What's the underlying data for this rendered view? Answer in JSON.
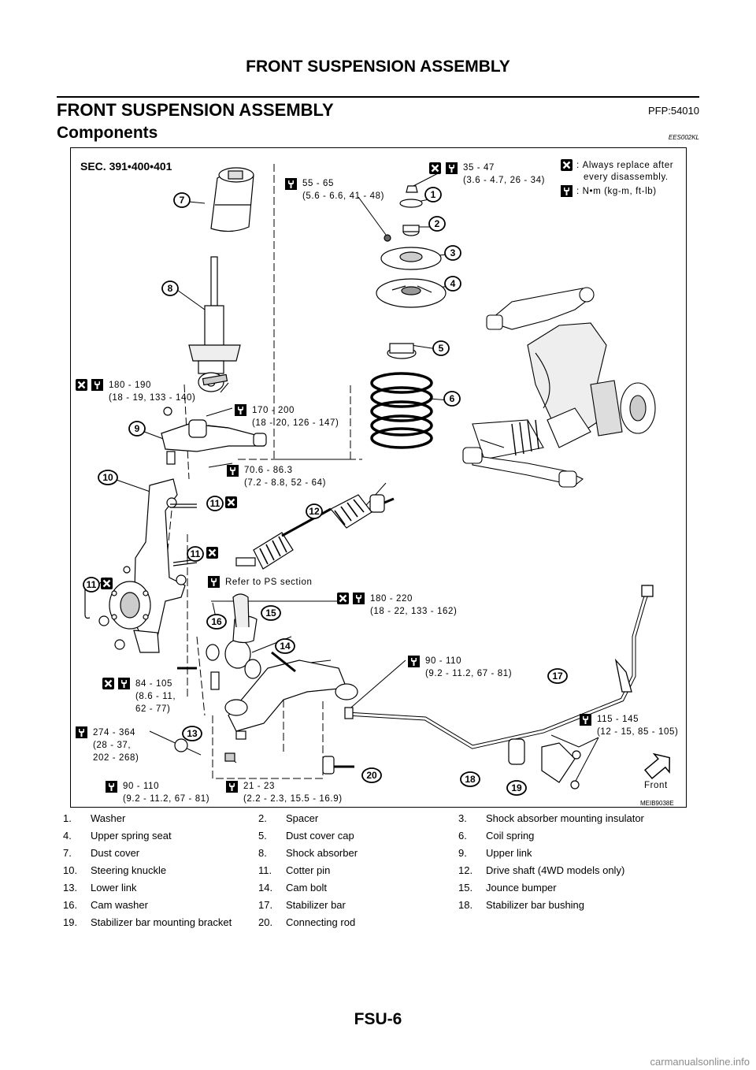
{
  "header": {
    "title": "FRONT SUSPENSION ASSEMBLY"
  },
  "section": {
    "title": "FRONT SUSPENSION ASSEMBLY",
    "pfp": "PFP:54010"
  },
  "subsection": {
    "title": "Components",
    "code": "EES002KL"
  },
  "figure": {
    "sec": "SEC. 391•400•401",
    "figure_id": "MEIB9038E",
    "legend_replace": [
      "Always replace after",
      "every disassembly."
    ],
    "legend_torque": "N•m (kg-m, ft-lb)",
    "front_label": "Front",
    "callouts": {
      "t1": [
        "55 - 65",
        "(5.6 - 6.6, 41 - 48)"
      ],
      "t2": [
        "35 - 47",
        "(3.6 - 4.7, 26 - 34)"
      ],
      "t3": [
        "180 - 190",
        "(18 - 19, 133 - 140)"
      ],
      "t4": [
        "170 - 200",
        "(18 - 20, 126 - 147)"
      ],
      "t5": [
        "70.6 - 86.3",
        "(7.2 - 8.8, 52 - 64)"
      ],
      "t6": "Refer to PS section",
      "t7": [
        "180 - 220",
        "(18 - 22, 133 - 162)"
      ],
      "t8": [
        "90 - 110",
        "(9.2 - 11.2, 67 - 81)"
      ],
      "t9": [
        "84 - 105",
        "(8.6 - 11,",
        "62 - 77)"
      ],
      "t10": [
        "274 - 364",
        "(28 - 37,",
        "202 - 268)"
      ],
      "t11": [
        "115 - 145",
        "(12 - 15, 85 - 105)"
      ],
      "t12": [
        "90 - 110",
        "(9.2 - 11.2, 67 - 81)"
      ],
      "t13": [
        "21 - 23",
        "(2.2 - 2.3, 15.5 - 16.9)"
      ]
    },
    "balloons": [
      "1",
      "2",
      "3",
      "4",
      "5",
      "6",
      "7",
      "8",
      "9",
      "10",
      "11",
      "11",
      "11",
      "12",
      "13",
      "14",
      "15",
      "16",
      "17",
      "18",
      "19",
      "20"
    ]
  },
  "parts_list": [
    [
      "1.",
      "Washer",
      "2.",
      "Spacer",
      "3.",
      "Shock absorber mounting insulator"
    ],
    [
      "4.",
      "Upper spring seat",
      "5.",
      "Dust cover cap",
      "6.",
      "Coil spring"
    ],
    [
      "7.",
      "Dust cover",
      "8.",
      "Shock absorber",
      "9.",
      "Upper link"
    ],
    [
      "10.",
      "Steering knuckle",
      "11.",
      "Cotter pin",
      "12.",
      "Drive shaft (4WD models only)"
    ],
    [
      "13.",
      "Lower link",
      "14.",
      "Cam bolt",
      "15.",
      "Jounce bumper"
    ],
    [
      "16.",
      "Cam washer",
      "17.",
      "Stabilizer bar",
      "18.",
      "Stabilizer bar bushing"
    ],
    [
      "19.",
      "Stabilizer bar mounting bracket",
      "20.",
      "Connecting rod",
      "",
      ""
    ]
  ],
  "footer": {
    "page": "FSU-6",
    "watermark": "carmanualsonline.info"
  }
}
